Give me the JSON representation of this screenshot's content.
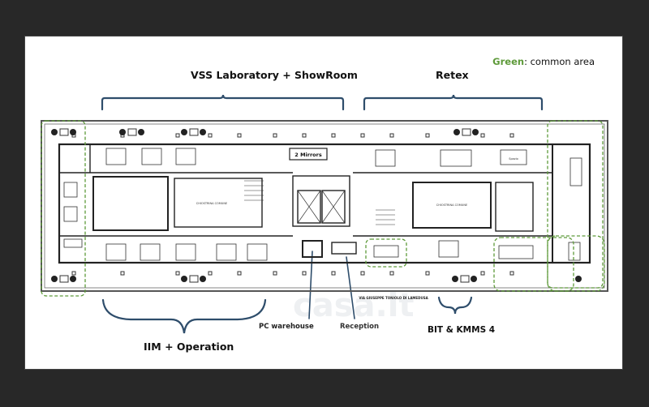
{
  "legend": {
    "key": "Green",
    "text": ": common area",
    "color": "#5e9a3a"
  },
  "areas": {
    "top_left": "VSS Laboratory + ShowRoom",
    "top_right": "Retex",
    "bottom_left": "IIM + Operation",
    "bottom_right": "BIT & KMMS 4"
  },
  "callouts": {
    "pc_warehouse": "PC warehouse",
    "reception": "Reception"
  },
  "plan_labels": {
    "mirrors": "2 Mirrors",
    "street": "VIA GIUSEPPE TONIOLO DI LAMEDUSA",
    "core_left": "CHIOSTRINA COMUNE",
    "core_right": "CHIOSTRINA COMUNE",
    "speaker": "Spazio",
    "watermark": "casa.it"
  },
  "colors": {
    "bracket": "#2e4d6b",
    "common_area": "#5e9a3a",
    "background": "#282828",
    "slide": "#ffffff"
  }
}
